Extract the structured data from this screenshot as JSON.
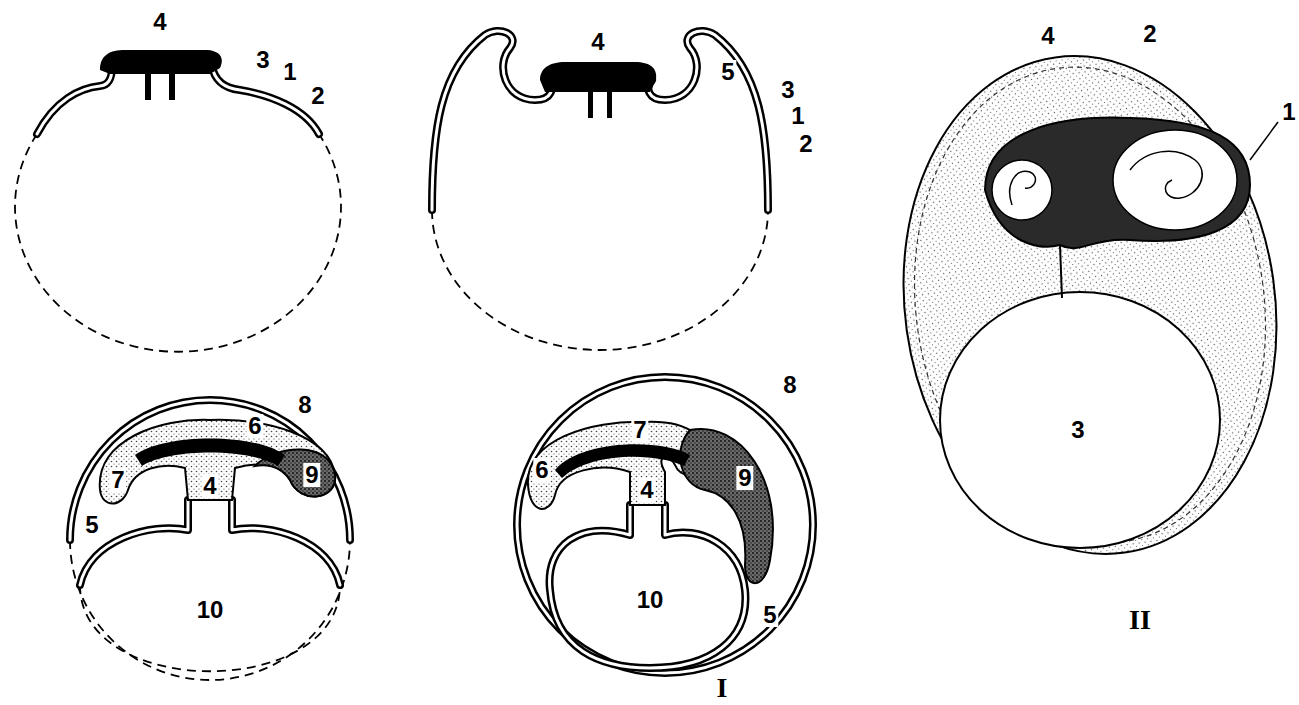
{
  "diagram": {
    "labels": [
      "4",
      "3",
      "1",
      "2",
      "4",
      "5",
      "3",
      "1",
      "2",
      "7",
      "4",
      "6",
      "8",
      "5",
      "9",
      "10",
      "6",
      "4",
      "7",
      "8",
      "9",
      "10",
      "5",
      "I",
      "4",
      "2",
      "1",
      "3",
      "II"
    ]
  }
}
